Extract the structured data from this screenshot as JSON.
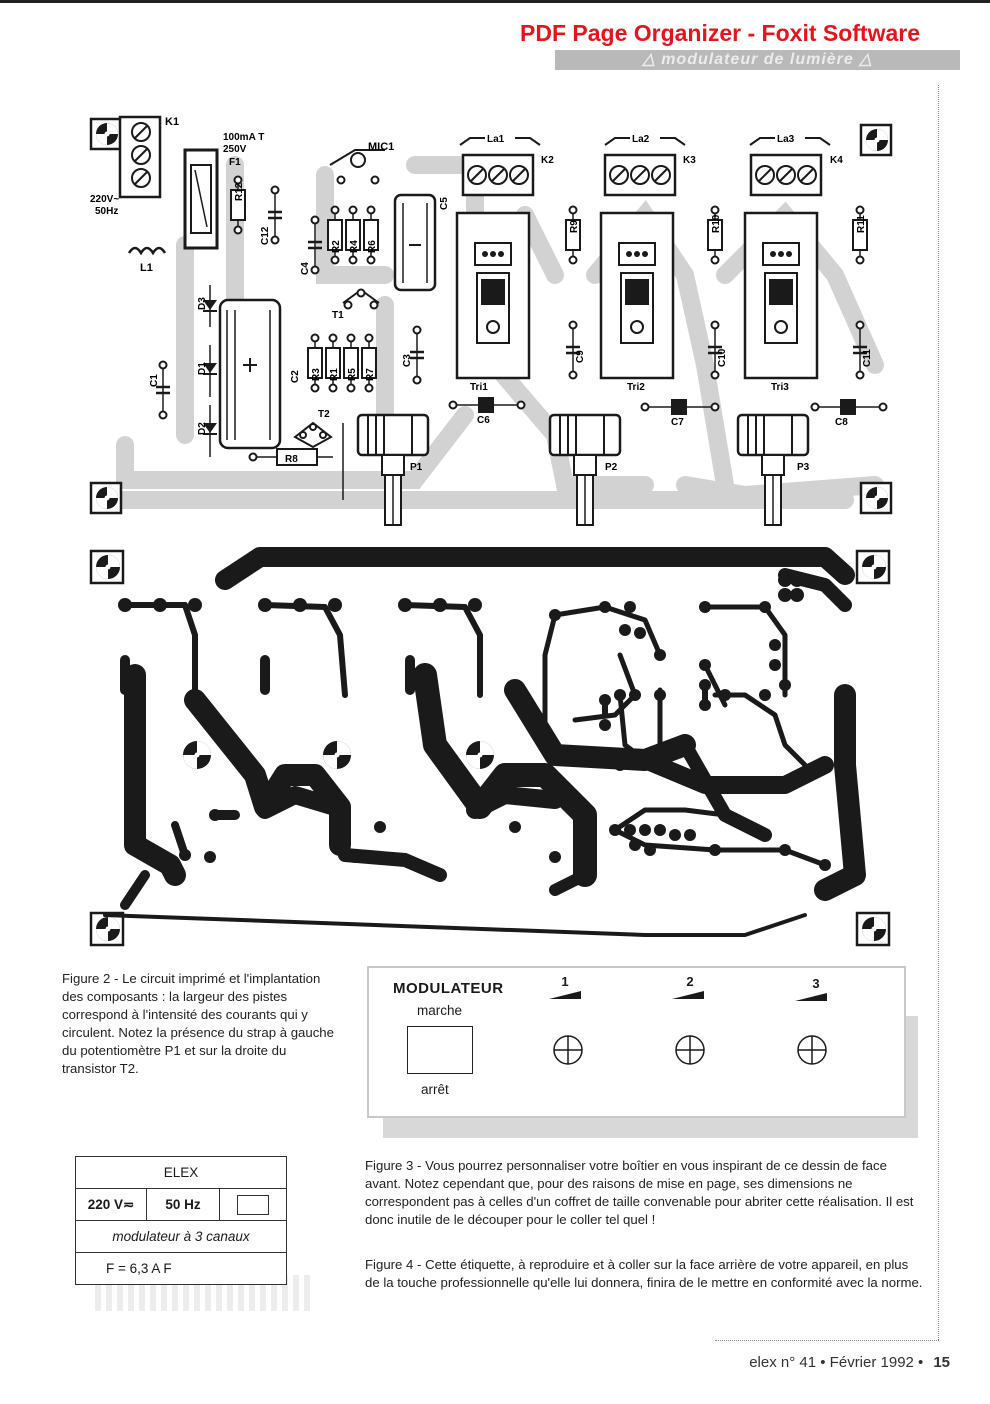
{
  "watermark": "PDF Page Organizer - Foxit Software",
  "header": {
    "section": "modulateur de lumière"
  },
  "layout_labels": {
    "k1": "K1",
    "fuse_rating": "100mA T",
    "fuse_voltage": "250V",
    "f1": "F1",
    "mains_voltage": "220V~",
    "mains_freq": "50Hz",
    "l1": "L1",
    "mic1": "MIC1",
    "la1": "La1",
    "la2": "La2",
    "la3": "La3",
    "k2": "K2",
    "k3": "K3",
    "k4": "K4",
    "r1": "R1",
    "r2": "R2",
    "r3": "R3",
    "r4": "R4",
    "r5": "R5",
    "r6": "R6",
    "r7": "R7",
    "r8": "R8",
    "r9": "R9",
    "r10": "R10",
    "r11": "R11",
    "r12": "R12",
    "c1": "C1",
    "c2": "C2",
    "c3": "C3",
    "c4": "C4",
    "c5": "C5",
    "c6": "C6",
    "c7": "C7",
    "c8": "C8",
    "c9": "C9",
    "c10": "C10",
    "c11": "C11",
    "c12": "C12",
    "d1": "D1",
    "d2": "D2",
    "d3": "D3",
    "t1": "T1",
    "t2": "T2",
    "tri1": "Tri1",
    "tri2": "Tri2",
    "tri3": "Tri3",
    "p1": "P1",
    "p2": "P2",
    "p3": "P3"
  },
  "captions": {
    "fig2": "Figure 2 - Le circuit imprimé et l'implantation des composants : la largeur des pistes correspond à l'intensité des courants qui y circulent. Notez la présence du strap à gauche du potentiomètre P1 et sur la droite du transistor T2.",
    "fig3": "Figure 3 - Vous pourrez personnaliser votre boîtier en vous inspirant de ce dessin de face avant. Notez cependant que, pour des raisons de mise en page, ses dimensions ne correspondent pas à celles d'un coffret de taille convenable pour abriter cette réalisation. Il est donc inutile de le découper pour le coller tel quel !",
    "fig4": "Figure 4 - Cette étiquette, à reproduire et à coller sur la face arrière de votre appareil, en plus de la touche professionnelle qu'elle lui donnera, finira de le mettre en conformité avec la norme."
  },
  "front_panel": {
    "title": "MODULATEUR",
    "switch_on": "marche",
    "switch_off": "arrêt",
    "channels": [
      "1",
      "2",
      "3"
    ]
  },
  "rear_label": {
    "brand": "ELEX",
    "voltage": "220 V≂",
    "frequency": "50 Hz",
    "description": "modulateur à 3 canaux",
    "fuse": "F = 6,3 A F"
  },
  "footer": {
    "text": "elex n° 41 • Février 1992 •",
    "page": "15"
  }
}
